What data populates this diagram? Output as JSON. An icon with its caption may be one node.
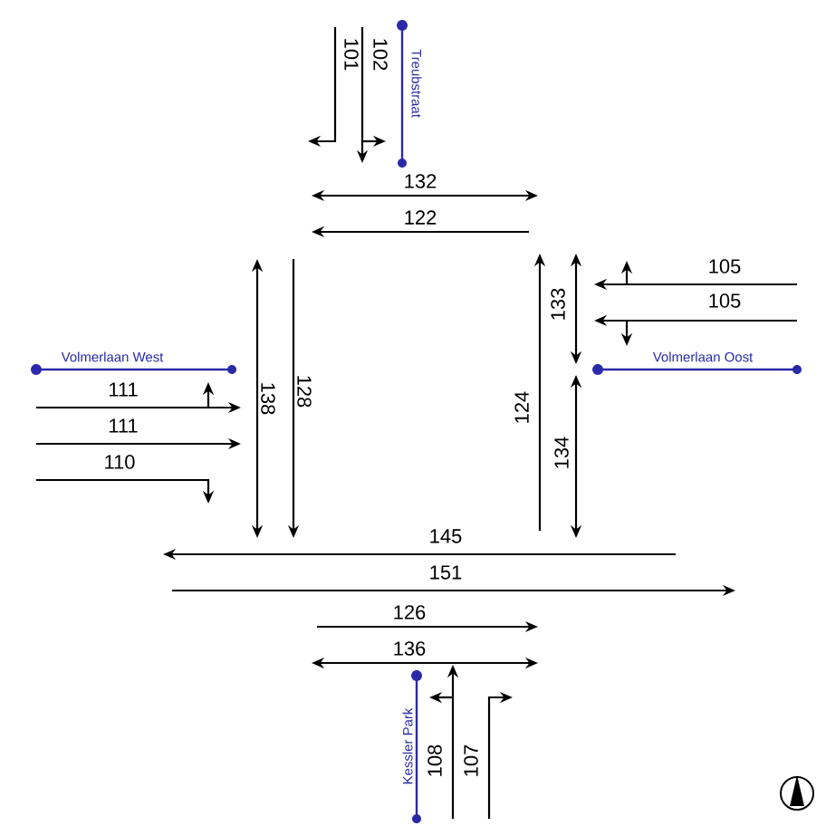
{
  "diagram": {
    "labels": [
      "101",
      "102",
      "Treubstraat",
      "132",
      "122",
      "105",
      "105",
      "133",
      "138",
      "128",
      "Volmerlaan West",
      "Volmerlaan Oost",
      "111",
      "111",
      "110",
      "124",
      "134",
      "145",
      "151",
      "126",
      "136",
      "Kessler Park",
      "108",
      "107"
    ]
  }
}
